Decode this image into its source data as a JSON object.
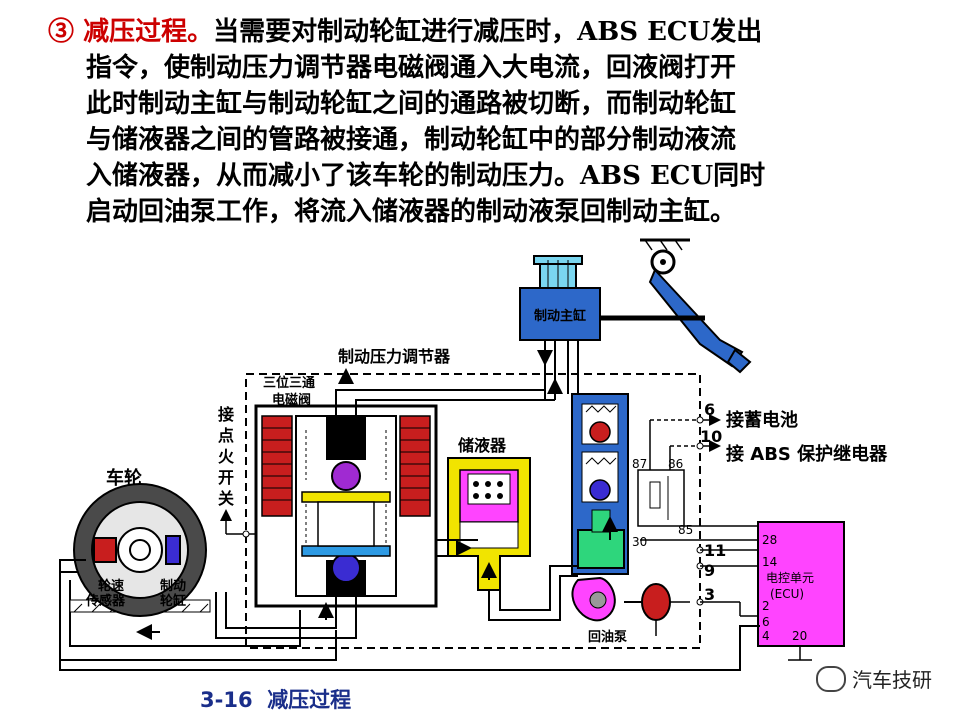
{
  "paragraph": {
    "marker": "③",
    "heading": "减压过程。",
    "line1_rest": "当需要对制动轮缸进行减压时，ABS ECU发出",
    "line2": "指令，使制动压力调节器电磁阀通入大电流，回液阀打开",
    "line3": "此时制动主缸与制动轮缸之间的通路被切断，而制动轮缸",
    "line4": "与储液器之间的管路被接通，制动轮缸中的部分制动液流",
    "line5": "入储液器，从而减小了该车轮的制动压力。ABS ECU同时",
    "line6": "启动回油泵工作，将流入储液器的制动液泵回制动主缸。"
  },
  "diagram": {
    "master_cylinder": "制动主缸",
    "modulator": "制动压力调节器",
    "valve_line1": "三位三通",
    "valve_line2": "电磁阀",
    "reservoir": "储液器",
    "ignition_label": [
      "接",
      "点",
      "火",
      "开",
      "关"
    ],
    "wheel": "车轮",
    "speed_sensor": [
      "轮速",
      "传感器"
    ],
    "wheel_cylinder": [
      "制动",
      "轮缸"
    ],
    "pump": "回油泵",
    "battery": "接蓄电池",
    "relay": "接 ABS 保护继电器",
    "ecu": [
      "电控单元",
      "(ECU)"
    ],
    "relay_pins": {
      "p87": "87",
      "p86": "86",
      "p85": "85",
      "p30": "30"
    },
    "terminals": {
      "t6": "6",
      "t10": "10",
      "t11": "11",
      "t9": "9",
      "t3": "3"
    },
    "ecu_pins": {
      "p28": "28",
      "p14": "14",
      "p2": "2",
      "p6": "6",
      "p4": "4",
      "p20": "20"
    }
  },
  "caption": {
    "number": "3-16",
    "title": "减压过程"
  },
  "watermark": "汽车技研",
  "colors": {
    "red": "#cc0000",
    "blue": "#2d68c9",
    "yellow": "#f1e400",
    "green": "#2ed67c",
    "magenta": "#ff44ff",
    "cyan": "#7ad6f0",
    "caption": "#1a2e8a"
  }
}
